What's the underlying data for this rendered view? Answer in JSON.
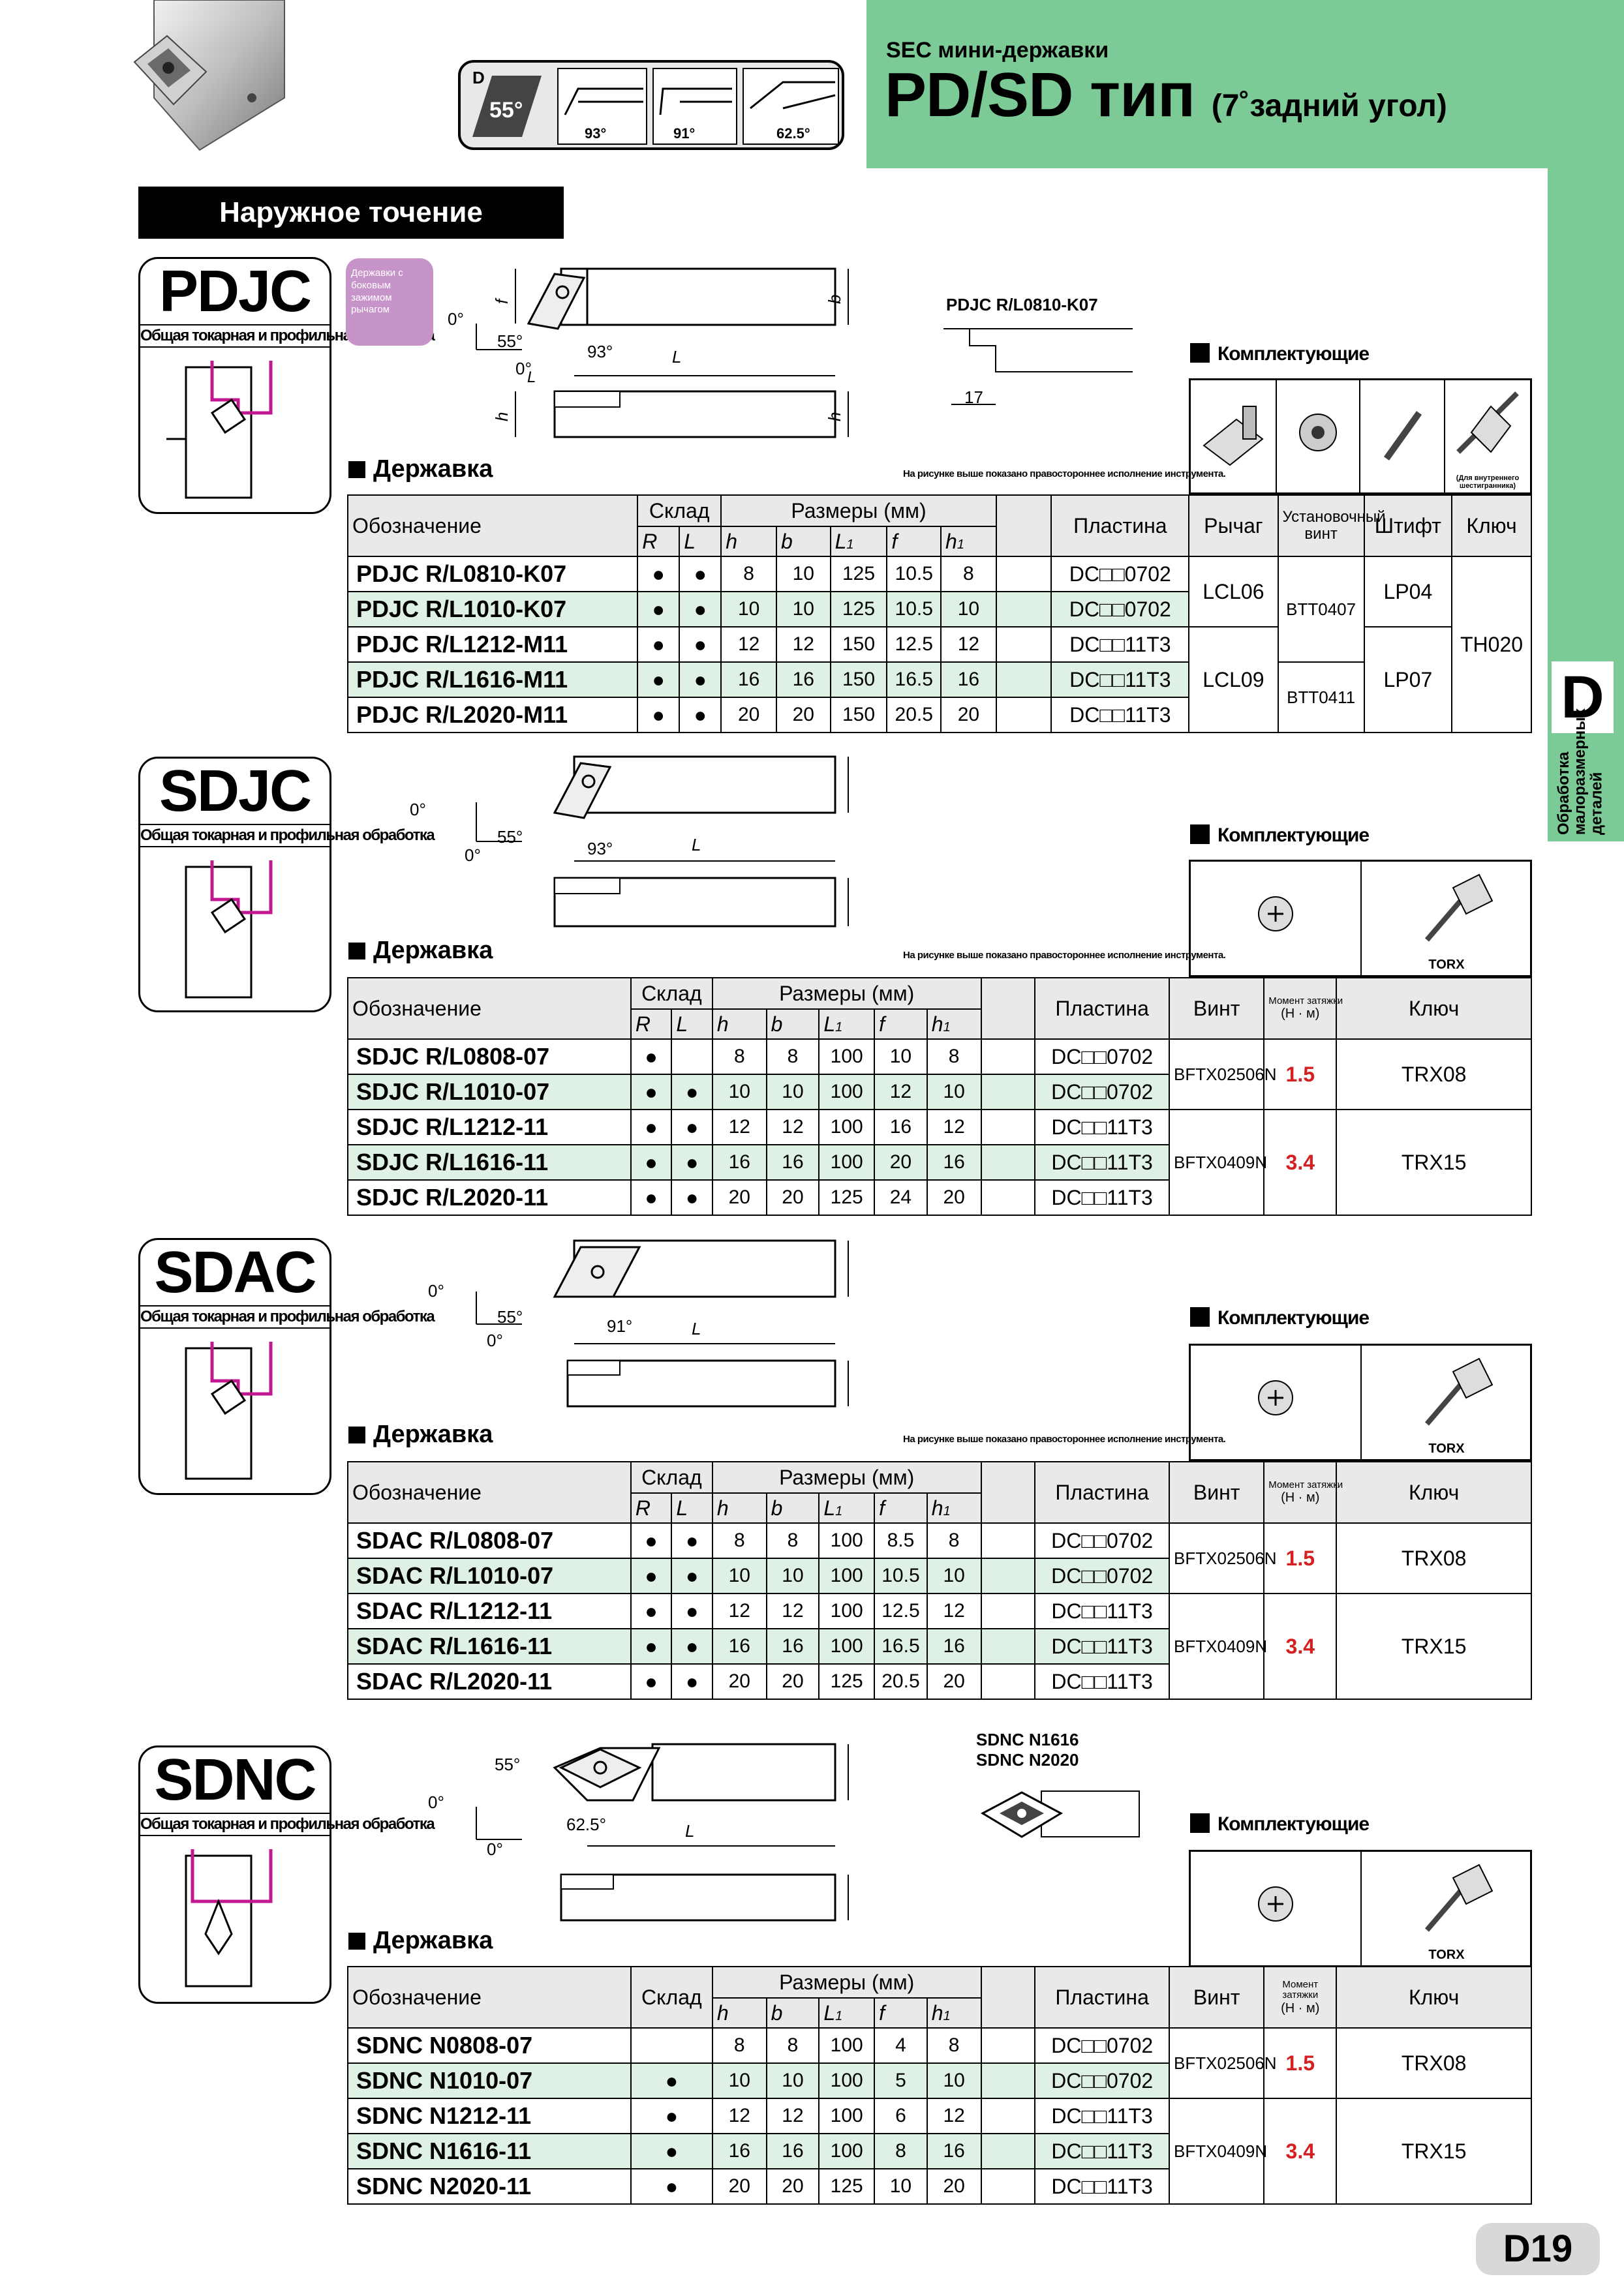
{
  "header": {
    "subtitle": "SEC мини-державки",
    "title": "PD/SD тип",
    "title_suffix": "(7˚задний угол)",
    "angle_icons": {
      "insert_letter": "D",
      "insert_angle": "55°",
      "angles": [
        "93°",
        "91°",
        "62.5°"
      ]
    },
    "side_letter": "D",
    "side_text": "Обработка малоразмерных деталей",
    "page_number": "D19"
  },
  "section_title": "Наружное точение",
  "common": {
    "holder_label": "Державка",
    "components_label": "Комплектующие",
    "note": "На рисунке выше показано правостороннее исполнение инструмента.",
    "op_label": "Общая токарная и профильная обработка",
    "head": {
      "designation": "Обозначение",
      "stock": "Склад",
      "sizes": "Размеры (мм)",
      "insert": "Пластина",
      "screw": "Винт",
      "torque": "Момент затяжки",
      "torque_unit": "(Н · м)",
      "key": "Ключ",
      "R": "R",
      "L": "L",
      "h": "h",
      "b": "b",
      "L1": "L",
      "L1sub": "1",
      "f": "f",
      "h1": "h",
      "h1sub": "1"
    },
    "dots": "●"
  },
  "pdjc": {
    "name": "PDJC",
    "purple_note": "Державки с боковым зажимом рычагом",
    "ref_caption": "PDJC R/L0810-K07",
    "ref_dim": "17",
    "angles": [
      "0°",
      "55°",
      "0°",
      "93°"
    ],
    "head_lever": "Рычаг",
    "head_setscrew": "Установочный винт",
    "head_pin": "Штифт",
    "head_key": "Ключ",
    "key_icon_note": "(Для внутреннего шестигранника)",
    "rows": [
      {
        "code": "PDJC R/L0810-K07",
        "R": "●",
        "L": "●",
        "h": "8",
        "b": "10",
        "L1": "125",
        "f": "10.5",
        "h1": "8",
        "insert": "DC□□0702"
      },
      {
        "code": "PDJC R/L1010-K07",
        "R": "●",
        "L": "●",
        "h": "10",
        "b": "10",
        "L1": "125",
        "f": "10.5",
        "h1": "10",
        "insert": "DC□□0702"
      },
      {
        "code": "PDJC R/L1212-M11",
        "R": "●",
        "L": "●",
        "h": "12",
        "b": "12",
        "L1": "150",
        "f": "12.5",
        "h1": "12",
        "insert": "DC□□11T3"
      },
      {
        "code": "PDJC R/L1616-M11",
        "R": "●",
        "L": "●",
        "h": "16",
        "b": "16",
        "L1": "150",
        "f": "16.5",
        "h1": "16",
        "insert": "DC□□11T3"
      },
      {
        "code": "PDJC R/L2020-M11",
        "R": "●",
        "L": "●",
        "h": "20",
        "b": "20",
        "L1": "150",
        "f": "20.5",
        "h1": "20",
        "insert": "DC□□11T3"
      }
    ],
    "lever": [
      "LCL06",
      "LCL09"
    ],
    "setscrew": [
      "BTT0407",
      "BTT0411"
    ],
    "pin": [
      "LP04",
      "LP07"
    ],
    "key": "TH020"
  },
  "sdjc": {
    "name": "SDJC",
    "angles": [
      "0°",
      "55°",
      "0°",
      "93°"
    ],
    "torx": "TORX",
    "rows": [
      {
        "code": "SDJC R/L0808-07",
        "R": "●",
        "L": "",
        "h": "8",
        "b": "8",
        "L1": "100",
        "f": "10",
        "h1": "8",
        "insert": "DC□□0702"
      },
      {
        "code": "SDJC R/L1010-07",
        "R": "●",
        "L": "●",
        "h": "10",
        "b": "10",
        "L1": "100",
        "f": "12",
        "h1": "10",
        "insert": "DC□□0702"
      },
      {
        "code": "SDJC R/L1212-11",
        "R": "●",
        "L": "●",
        "h": "12",
        "b": "12",
        "L1": "100",
        "f": "16",
        "h1": "12",
        "insert": "DC□□11T3"
      },
      {
        "code": "SDJC R/L1616-11",
        "R": "●",
        "L": "●",
        "h": "16",
        "b": "16",
        "L1": "100",
        "f": "20",
        "h1": "16",
        "insert": "DC□□11T3"
      },
      {
        "code": "SDJC R/L2020-11",
        "R": "●",
        "L": "●",
        "h": "20",
        "b": "20",
        "L1": "125",
        "f": "24",
        "h1": "20",
        "insert": "DC□□11T3"
      }
    ],
    "screw": [
      "BFTX02506N",
      "BFTX0409N"
    ],
    "torque": [
      "1.5",
      "3.4"
    ],
    "key": [
      "TRX08",
      "TRX15"
    ]
  },
  "sdac": {
    "name": "SDAC",
    "angles": [
      "0°",
      "55°",
      "0°",
      "91°"
    ],
    "torx": "TORX",
    "rows": [
      {
        "code": "SDAC R/L0808-07",
        "R": "●",
        "L": "●",
        "h": "8",
        "b": "8",
        "L1": "100",
        "f": "8.5",
        "h1": "8",
        "insert": "DC□□0702"
      },
      {
        "code": "SDAC R/L1010-07",
        "R": "●",
        "L": "●",
        "h": "10",
        "b": "10",
        "L1": "100",
        "f": "10.5",
        "h1": "10",
        "insert": "DC□□0702"
      },
      {
        "code": "SDAC R/L1212-11",
        "R": "●",
        "L": "●",
        "h": "12",
        "b": "12",
        "L1": "100",
        "f": "12.5",
        "h1": "12",
        "insert": "DC□□11T3"
      },
      {
        "code": "SDAC R/L1616-11",
        "R": "●",
        "L": "●",
        "h": "16",
        "b": "16",
        "L1": "100",
        "f": "16.5",
        "h1": "16",
        "insert": "DC□□11T3"
      },
      {
        "code": "SDAC R/L2020-11",
        "R": "●",
        "L": "●",
        "h": "20",
        "b": "20",
        "L1": "125",
        "f": "20.5",
        "h1": "20",
        "insert": "DC□□11T3"
      }
    ],
    "screw": [
      "BFTX02506N",
      "BFTX0409N"
    ],
    "torque": [
      "1.5",
      "3.4"
    ],
    "key": [
      "TRX08",
      "TRX15"
    ]
  },
  "sdnc": {
    "name": "SDNC",
    "angles": [
      "0°",
      "55°",
      "0°",
      "62.5°"
    ],
    "ref_caption_1": "SDNC N1616",
    "ref_caption_2": "SDNC N2020",
    "torx": "TORX",
    "rows": [
      {
        "code": "SDNC N0808-07",
        "stock": "",
        "h": "8",
        "b": "8",
        "L1": "100",
        "f": "4",
        "h1": "8",
        "insert": "DC□□0702"
      },
      {
        "code": "SDNC N1010-07",
        "stock": "●",
        "h": "10",
        "b": "10",
        "L1": "100",
        "f": "5",
        "h1": "10",
        "insert": "DC□□0702"
      },
      {
        "code": "SDNC N1212-11",
        "stock": "●",
        "h": "12",
        "b": "12",
        "L1": "100",
        "f": "6",
        "h1": "12",
        "insert": "DC□□11T3"
      },
      {
        "code": "SDNC N1616-11",
        "stock": "●",
        "h": "16",
        "b": "16",
        "L1": "100",
        "f": "8",
        "h1": "16",
        "insert": "DC□□11T3"
      },
      {
        "code": "SDNC N2020-11",
        "stock": "●",
        "h": "20",
        "b": "20",
        "L1": "125",
        "f": "10",
        "h1": "20",
        "insert": "DC□□11T3"
      }
    ],
    "screw": [
      "BFTX02506N",
      "BFTX0409N"
    ],
    "torque": [
      "1.5",
      "3.4"
    ],
    "key": [
      "TRX08",
      "TRX15"
    ]
  }
}
